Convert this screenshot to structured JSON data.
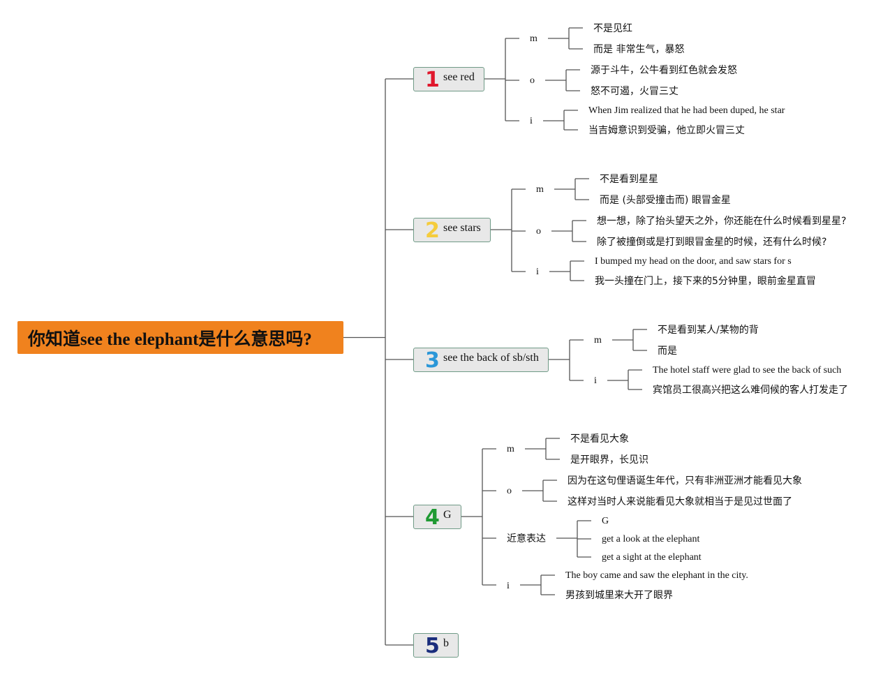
{
  "root": {
    "title": "你知道see the elephant是什么意思吗?"
  },
  "branches": [
    {
      "num": "1",
      "num_color": "#e0182d",
      "label": "see red",
      "m": {
        "key": "m",
        "leaves": [
          "不是见红",
          "而是 非常生气，暴怒"
        ]
      },
      "o": {
        "key": "o",
        "leaves": [
          "源于斗牛，公牛看到红色就会发怒",
          "怒不可遏，火冒三丈"
        ]
      },
      "i": {
        "key": "i",
        "leaves": [
          "When Jim realized that he had been duped, he star",
          "当吉姆意识到受骗，他立即火冒三丈"
        ]
      }
    },
    {
      "num": "2",
      "num_color": "#f5cc3c",
      "label": "see stars",
      "m": {
        "key": "m",
        "leaves": [
          "不是看到星星",
          "而是 (头部受撞击而) 眼冒金星"
        ]
      },
      "o": {
        "key": "o",
        "leaves": [
          "想一想，除了抬头望天之外，你还能在什么时候看到星星?",
          "除了被撞倒或是打到眼冒金星的时候，还有什么时候?"
        ]
      },
      "i": {
        "key": "i",
        "leaves": [
          "I bumped my head on the door, and saw stars for s",
          "我一头撞在门上，接下来的5分钟里，眼前金星直冒"
        ]
      }
    },
    {
      "num": "3",
      "num_color": "#2b97d8",
      "label": "see the back of sb/sth",
      "m": {
        "key": "m",
        "leaves": [
          "不是看到某人/某物的背",
          "而是"
        ]
      },
      "i": {
        "key": "i",
        "leaves": [
          "The hotel staff were glad to see the back of such",
          "宾馆员工很高兴把这么难伺候的客人打发走了"
        ]
      }
    },
    {
      "num": "4",
      "num_color": "#1f9a33",
      "label": "G",
      "m": {
        "key": "m",
        "leaves": [
          "不是看见大象",
          "是开眼界，长见识"
        ]
      },
      "o": {
        "key": "o",
        "leaves": [
          "因为在这句俚语诞生年代，只有非洲亚洲才能看见大象",
          "这样对当时人来说能看见大象就相当于是见过世面了"
        ]
      },
      "s": {
        "key": "近意表达",
        "leaves": [
          "G",
          "get a look at the elephant",
          "get a sight at the elephant"
        ]
      },
      "i": {
        "key": "i",
        "leaves": [
          "The boy came and saw the elephant in the city.",
          "男孩到城里来大开了眼界"
        ]
      }
    },
    {
      "num": "5",
      "num_color": "#1a2d7c",
      "label": "b"
    }
  ]
}
